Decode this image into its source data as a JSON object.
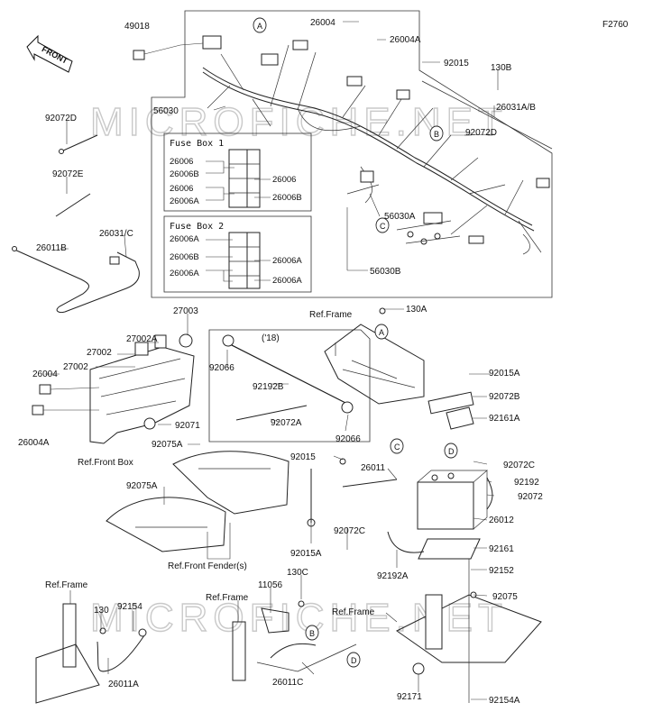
{
  "figure_code": "F2760",
  "direction_label": "FRONT",
  "watermark": "MICROFICHE.NET",
  "fuse_box_1": {
    "title": "Fuse Box 1",
    "left_labels": [
      "26006",
      "26006B",
      "26006",
      "26006A"
    ],
    "right_labels": [
      "26006",
      "26006B"
    ]
  },
  "fuse_box_2": {
    "title": "Fuse Box 2",
    "left_labels": [
      "26006A",
      "26006B",
      "26006A"
    ],
    "right_labels": [
      "26006A",
      "26006A"
    ]
  },
  "year_note": "('18)",
  "callout_letters": [
    "A",
    "B",
    "C",
    "D"
  ],
  "part_labels": [
    "49018",
    "26004",
    "26004A",
    "92015",
    "130B",
    "26031A/B",
    "56030",
    "92072D",
    "92072D",
    "92072E",
    "26011B",
    "26031/C",
    "56030A",
    "56030B",
    "27003",
    "27002A",
    "27002",
    "27002",
    "26004",
    "26004A",
    "92071",
    "92075A",
    "Ref.Front Box",
    "Ref.Frame",
    "130A",
    "92066",
    "92192B",
    "92072A",
    "92066",
    "92015A",
    "92072B",
    "92161A",
    "92015",
    "26011",
    "92072C",
    "92192",
    "92072",
    "26012",
    "92075A",
    "92015A",
    "92072C",
    "92192A",
    "92161",
    "Ref.Front Fender(s)",
    "92152",
    "Ref.Frame",
    "92154",
    "130",
    "26011A",
    "130C",
    "11056",
    "Ref.Frame",
    "26011C",
    "Ref.Frame",
    "92075",
    "92171",
    "92154A"
  ]
}
